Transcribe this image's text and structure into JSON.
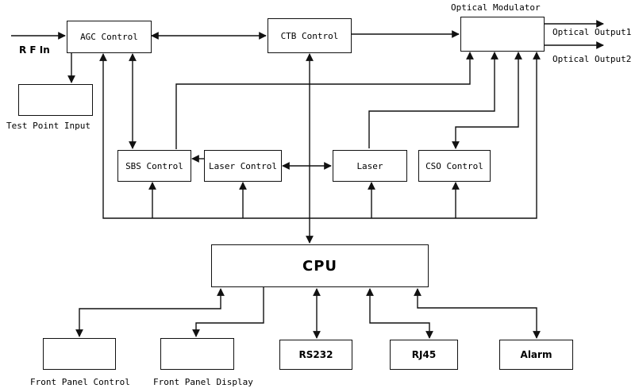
{
  "blocks": {
    "agc": "AGC Control",
    "ctb": "CTB Control",
    "optical_modulator": "",
    "test_point": "",
    "sbs": "SBS Control",
    "laser_control": "Laser Control",
    "laser": "Laser",
    "cso": "CSO Control",
    "cpu": "CPU",
    "front_panel_control": "",
    "front_panel_display": "",
    "rs232": "RS232",
    "rj45": "RJ45",
    "alarm": "Alarm"
  },
  "labels": {
    "rf_in": "R F In",
    "test_point_input": "Test Point Input",
    "optical_modulator": "Optical Modulator",
    "optical_output1": "Optical Output1",
    "optical_output2": "Optical Output2",
    "front_panel_control": "Front Panel Control",
    "front_panel_display": "Front Panel Display"
  }
}
